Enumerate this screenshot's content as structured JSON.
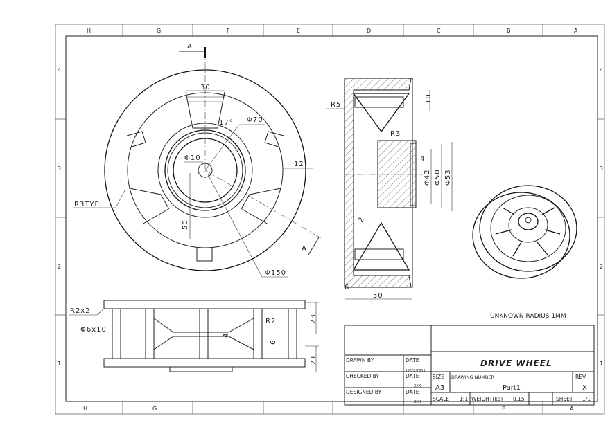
{
  "zones": {
    "top": [
      "H",
      "G",
      "F",
      "E",
      "D",
      "C",
      "B",
      "A"
    ],
    "bottom": [
      "H",
      "G",
      "B",
      "A"
    ],
    "side": [
      "4",
      "3",
      "2",
      "1"
    ]
  },
  "front_view": {
    "section_label": "A",
    "dims": {
      "width_30": "30",
      "angle": "17°",
      "hub_dia": "Φ70",
      "bore_dia": "Φ10",
      "rim_12": "12",
      "radius_typ": "R3TYP",
      "offset_50": "50",
      "outer_dia": "Φ150"
    }
  },
  "section_view": {
    "dims": {
      "r5": "R5",
      "r3": "R3",
      "d10": "10",
      "d4": "4",
      "d42": "Φ42",
      "d50": "Φ50",
      "d53": "Φ53",
      "d2": "2",
      "d6": "6",
      "width_50": "50"
    }
  },
  "bottom_view": {
    "dims": {
      "r2x2": "R2x2",
      "hole": "Φ6x10",
      "r2": "R2",
      "d4": "4",
      "d6": "6",
      "d23": "23",
      "d21": "21"
    }
  },
  "note": "UNKNOWN RADIUS 1MM",
  "title_block": {
    "drawn_by_label": "DRAWN BY",
    "date_label": "DATE",
    "drawn_date": "12/28/2011",
    "checked_by_label": "CHECKED BY",
    "checked_date": "XXX",
    "designed_by_label": "DESIGNED BY",
    "designed_date": "XXX",
    "title": "DRIVE WHEEL",
    "size_label": "SIZE",
    "size": "A3",
    "drawing_number_label": "DRAWING NUMBER",
    "drawing_number": "Part1",
    "rev_label": "REV",
    "rev": "X",
    "scale_label": "SCALE",
    "scale": "1:1",
    "weight_label": "WEIGHT(kg)",
    "weight": "0.15",
    "sheet_label": "SHEET",
    "sheet": "1/1"
  }
}
